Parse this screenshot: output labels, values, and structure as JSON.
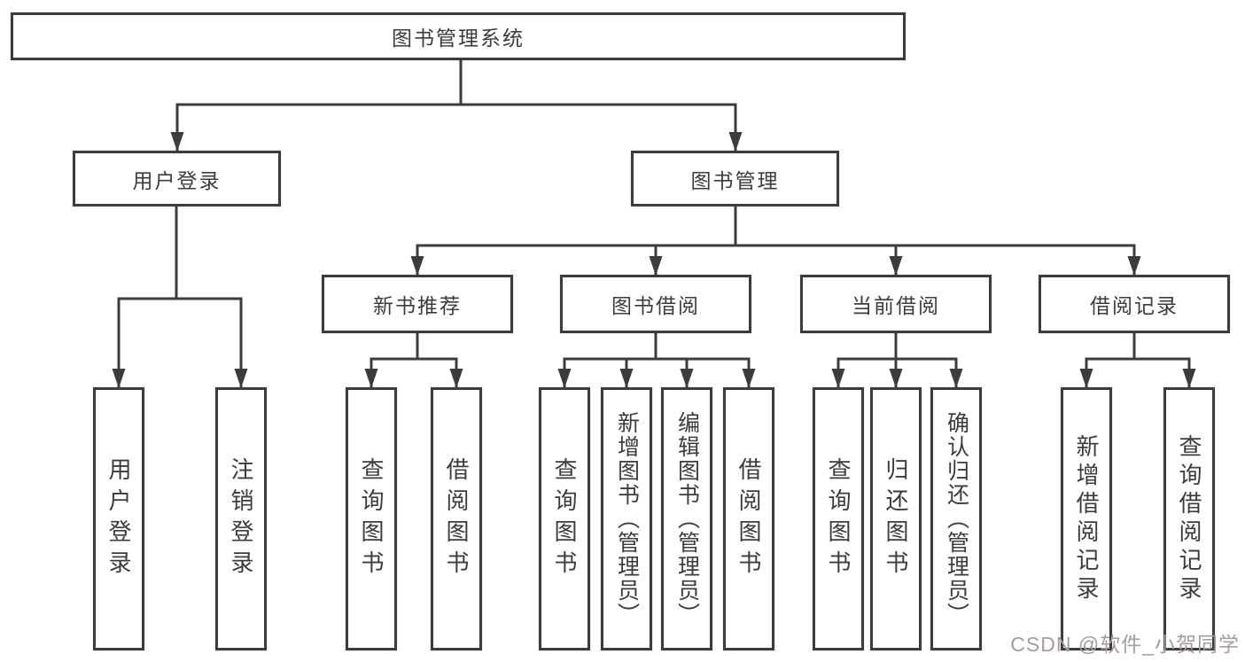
{
  "colors": {
    "line": "#3c3c3c",
    "text": "#3c3c3c",
    "watermark": "#a59c9c",
    "background": "#ffffff"
  },
  "diagram": {
    "root": {
      "label": "图书管理系统"
    },
    "level2": [
      {
        "label": "用户登录"
      },
      {
        "label": "图书管理"
      }
    ],
    "level3": [
      {
        "label": "新书推荐"
      },
      {
        "label": "图书借阅"
      },
      {
        "label": "当前借阅"
      },
      {
        "label": "借阅记录"
      }
    ],
    "leaves": {
      "login": [
        "用户登录",
        "注销登录"
      ],
      "new_books": [
        "查询图书",
        "借阅图书"
      ],
      "borrowing": [
        "查询图书",
        "新增图书（管理员）",
        "编辑图书（管理员）",
        "借阅图书"
      ],
      "current": [
        "查询图书",
        "归还图书",
        "确认归还（管理员）"
      ],
      "records": [
        "新增借阅记录",
        "查询借阅记录"
      ]
    }
  },
  "watermark": {
    "text": "CSDN @软件_小贺同学"
  }
}
